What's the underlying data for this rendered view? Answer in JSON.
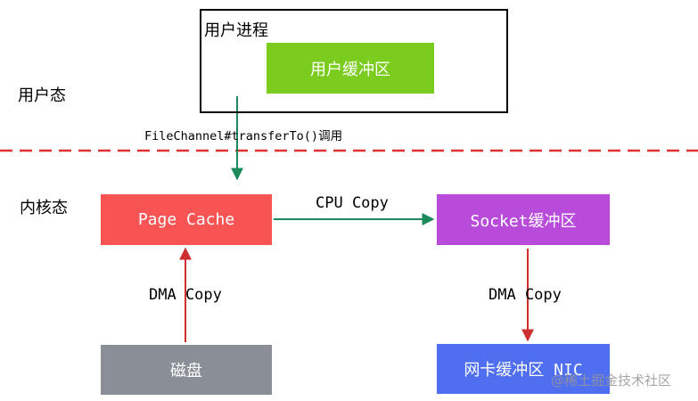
{
  "labels": {
    "user_process": "用户进程",
    "user_buffer": "用户缓冲区",
    "user_mode": "用户态",
    "kernel_mode": "内核态",
    "transfer_call": "FileChannel#transferTo()调用",
    "page_cache": "Page Cache",
    "cpu_copy": "CPU Copy",
    "socket_buffer": "Socket缓冲区",
    "dma_copy_left": "DMA Copy",
    "dma_copy_right": "DMA Copy",
    "disk": "磁盘",
    "nic_buffer": "网卡缓冲区 NIC",
    "watermark": "@稀土掘金技术社区"
  },
  "colors": {
    "user_buffer": "#7ccc1f",
    "page_cache": "#f95454",
    "socket_buffer": "#b94bdb",
    "disk": "#8a8e97",
    "nic_buffer": "#4f6ff0",
    "green_arrow": "#1b8a5a",
    "red_arrow": "#cc2f2f",
    "dashed_line": "#e03030"
  }
}
